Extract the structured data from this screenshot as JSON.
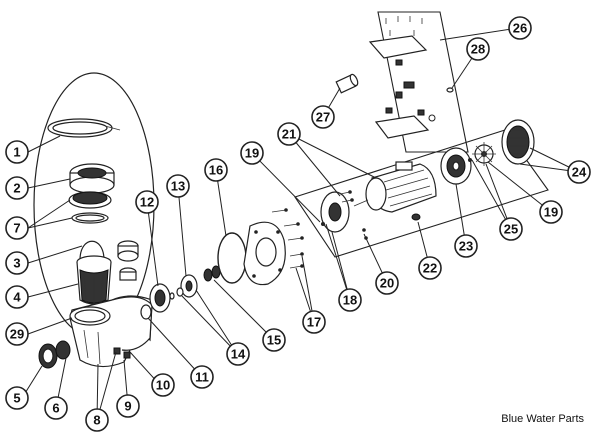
{
  "diagram": {
    "labels": [
      "1",
      "2",
      "7",
      "3",
      "4",
      "29",
      "5",
      "6",
      "8",
      "9",
      "10",
      "11",
      "12",
      "13",
      "14",
      "15",
      "16",
      "17",
      "18",
      "19",
      "19",
      "20",
      "21",
      "22",
      "23",
      "24",
      "25",
      "26",
      "27",
      "28"
    ],
    "watermark": "Blue Water Parts"
  }
}
